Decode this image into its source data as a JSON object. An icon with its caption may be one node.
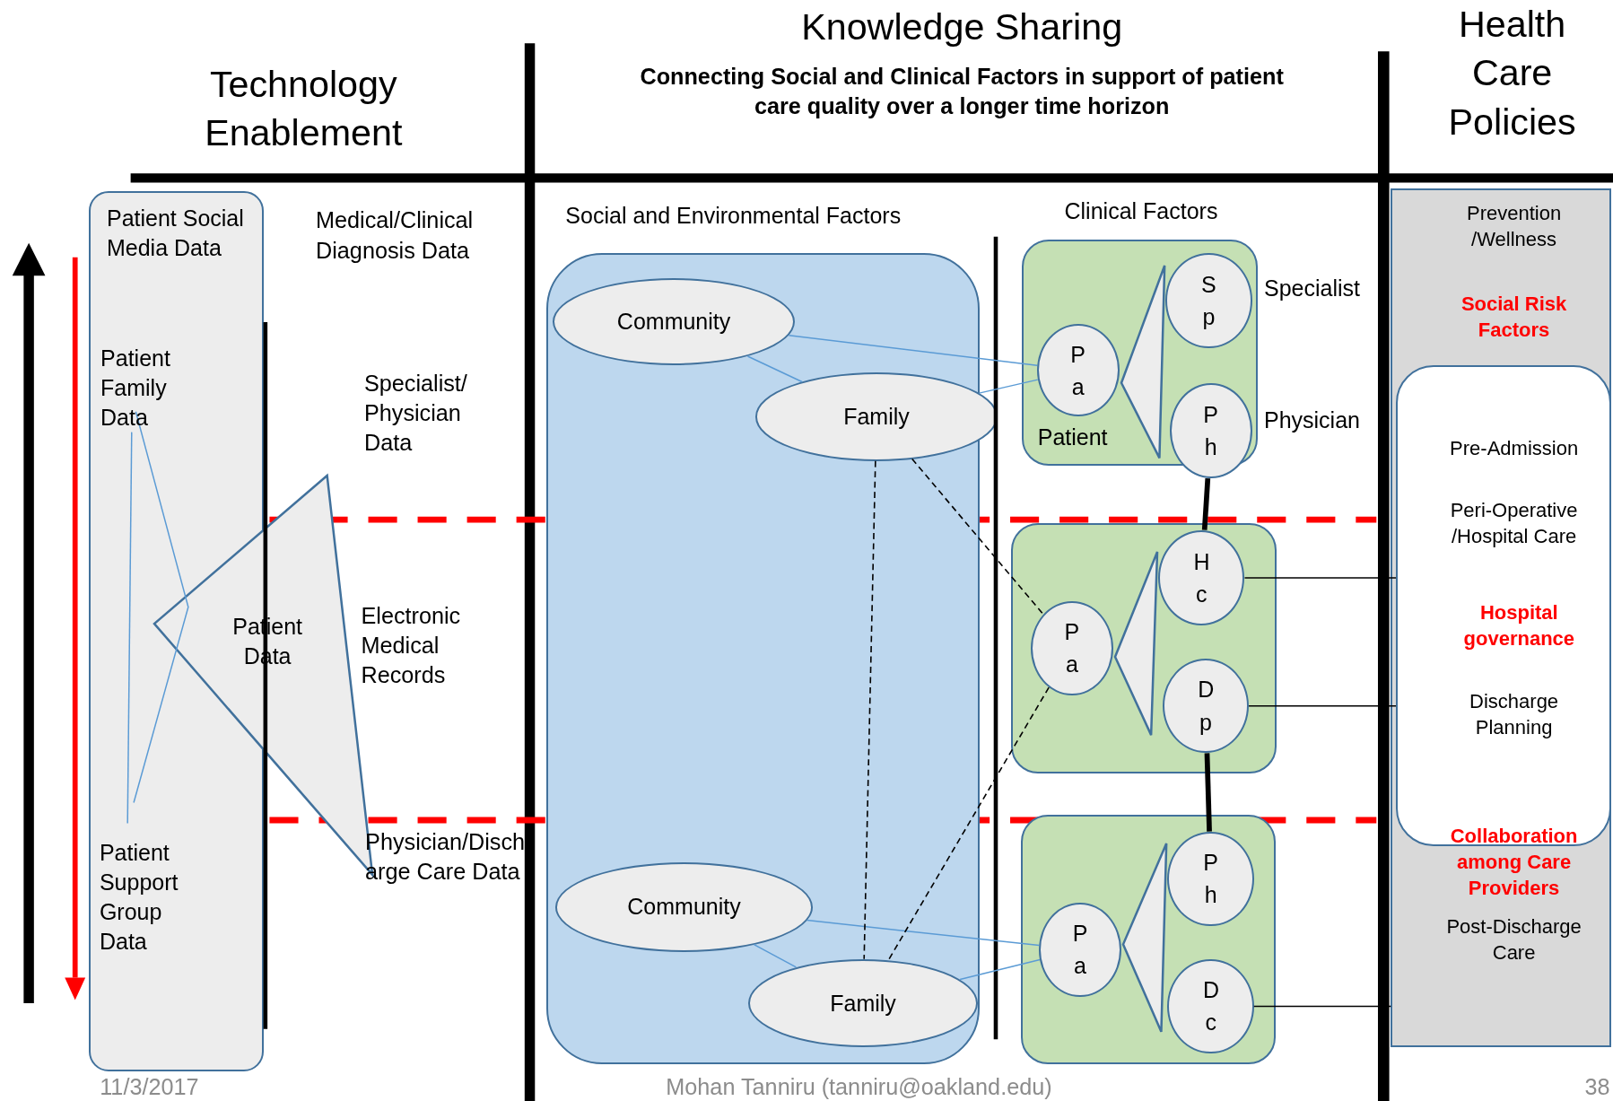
{
  "diagram": {
    "title": "Knowledge Sharing",
    "nodes": [
      {
        "text": [
          "Patient Social Media Data",
          "Patient Family Data",
          "Patient Support Group Data"
        ]
      },
      {
        "text": [
          "Patient Data"
        ]
      },
      {
        "text": [
          "Social and Environmental Factors"
        ]
      },
      {
        "text": [
          "Community"
        ],
        "in": 2
      },
      {
        "text": [
          "Family"
        ],
        "in": 2
      },
      {
        "text": [
          "Community"
        ],
        "in": 2
      },
      {
        "text": [
          "Family"
        ],
        "in": 2
      },
      {
        "text": [
          "Clinical Factors",
          "Patient"
        ]
      },
      {
        "text": [
          "Pa"
        ],
        "in": 7
      },
      {
        "text": [
          "Sp"
        ],
        "in": 7,
        "beside": [
          "Specialist"
        ]
      },
      {
        "text": [
          "Ph"
        ],
        "in": 7,
        "beside": [
          "Physician"
        ]
      },
      {
        "text": [],
        "shape": "box"
      },
      {
        "text": [
          "Pa"
        ],
        "in": 11
      },
      {
        "text": [
          "Hc"
        ],
        "in": 11
      },
      {
        "text": [
          "Dp"
        ],
        "in": 11
      },
      {
        "text": [],
        "shape": "box"
      },
      {
        "text": [
          "Pa"
        ],
        "in": 15
      },
      {
        "text": [
          "Ph"
        ],
        "in": 15
      },
      {
        "text": [
          "Dc"
        ],
        "in": 15
      },
      {
        "text": [
          "Prevention /Wellness",
          "Social Risk Factors",
          "Collaboration among Care Providers",
          "Post-Discharge Care"
        ]
      },
      {
        "text": [
          "Pre-Admission",
          "Peri-Operative /Hospital Care",
          "Hospital governance",
          "Discharge Planning"
        ],
        "in": 19
      },
      {
        "text": [],
        "shape": "triangle",
        "in": 7
      },
      {
        "text": [],
        "shape": "triangle",
        "in": 11
      },
      {
        "text": [],
        "shape": "triangle",
        "in": 15
      }
    ],
    "edges": [
      {
        "from": 3,
        "to": 8,
        "arrow": "none",
        "color": "#5b9bd5"
      },
      {
        "from": 3,
        "to": 4,
        "arrow": "none",
        "color": "#5b9bd5"
      },
      {
        "from": 4,
        "to": 8,
        "arrow": "none",
        "color": "#5b9bd5"
      },
      {
        "from": 5,
        "to": 16,
        "arrow": "none",
        "color": "#5b9bd5"
      },
      {
        "from": 5,
        "to": 6,
        "arrow": "none",
        "color": "#5b9bd5"
      },
      {
        "from": 6,
        "to": 16,
        "arrow": "none",
        "color": "#5b9bd5"
      },
      {
        "from": 4,
        "to": 6,
        "arrow": "none",
        "style": "dashed",
        "color": "#000000"
      },
      {
        "from": 4,
        "to": 12,
        "arrow": "none",
        "style": "dashed",
        "color": "#000000"
      },
      {
        "from": 12,
        "to": 6,
        "arrow": "none",
        "style": "dashed",
        "color": "#000000"
      },
      {
        "from": 10,
        "to": 13,
        "arrow": "none",
        "style": "thick",
        "color": "#000000"
      },
      {
        "from": 14,
        "to": 17,
        "arrow": "none",
        "style": "thick",
        "color": "#000000"
      },
      {
        "from": 13,
        "to": 20,
        "arrow": "none",
        "color": "#000000"
      },
      {
        "from": 14,
        "to": 20,
        "arrow": "none",
        "color": "#000000"
      },
      {
        "from": 18,
        "to": 19,
        "arrow": "none",
        "color": "#000000"
      }
    ],
    "labels": [
      "Technology Enablement",
      "Connecting Social and Clinical Factors in support of patient care quality over a longer time horizon",
      "Health Care Policies",
      "Medical/Clinical Diagnosis Data",
      "Specialist/ Physician Data",
      "Electronic Medical Records",
      "Physician/Discharge Care Data",
      "11/3/2017",
      "Mohan Tanniru (tanniru@oakland.edu)",
      "38"
    ]
  }
}
